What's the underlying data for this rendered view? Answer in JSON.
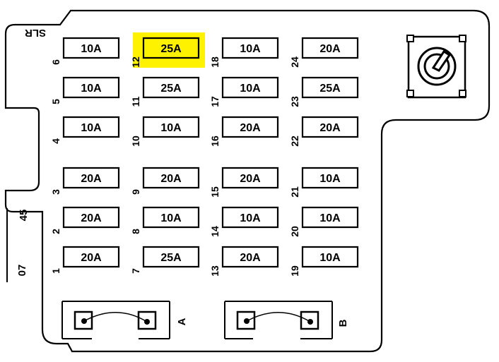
{
  "diagram": {
    "top_label": "SLR",
    "left_side_labels": [
      "45",
      "07"
    ],
    "relay_labels": [
      "A",
      "B"
    ],
    "highlight_color": "#fff200"
  },
  "fuses": [
    {
      "num": "1",
      "rating": "20A"
    },
    {
      "num": "2",
      "rating": "20A"
    },
    {
      "num": "3",
      "rating": "20A"
    },
    {
      "num": "4",
      "rating": "10A"
    },
    {
      "num": "5",
      "rating": "10A"
    },
    {
      "num": "6",
      "rating": "10A"
    },
    {
      "num": "7",
      "rating": "25A"
    },
    {
      "num": "8",
      "rating": "10A"
    },
    {
      "num": "9",
      "rating": "20A"
    },
    {
      "num": "10",
      "rating": "10A"
    },
    {
      "num": "11",
      "rating": "25A"
    },
    {
      "num": "12",
      "rating": "25A",
      "highlighted": true
    },
    {
      "num": "13",
      "rating": "20A"
    },
    {
      "num": "14",
      "rating": "10A"
    },
    {
      "num": "15",
      "rating": "20A"
    },
    {
      "num": "16",
      "rating": "20A"
    },
    {
      "num": "17",
      "rating": "10A"
    },
    {
      "num": "18",
      "rating": "10A"
    },
    {
      "num": "19",
      "rating": "10A"
    },
    {
      "num": "20",
      "rating": "10A"
    },
    {
      "num": "21",
      "rating": "10A"
    },
    {
      "num": "22",
      "rating": "20A"
    },
    {
      "num": "23",
      "rating": "25A"
    },
    {
      "num": "24",
      "rating": "20A"
    }
  ]
}
